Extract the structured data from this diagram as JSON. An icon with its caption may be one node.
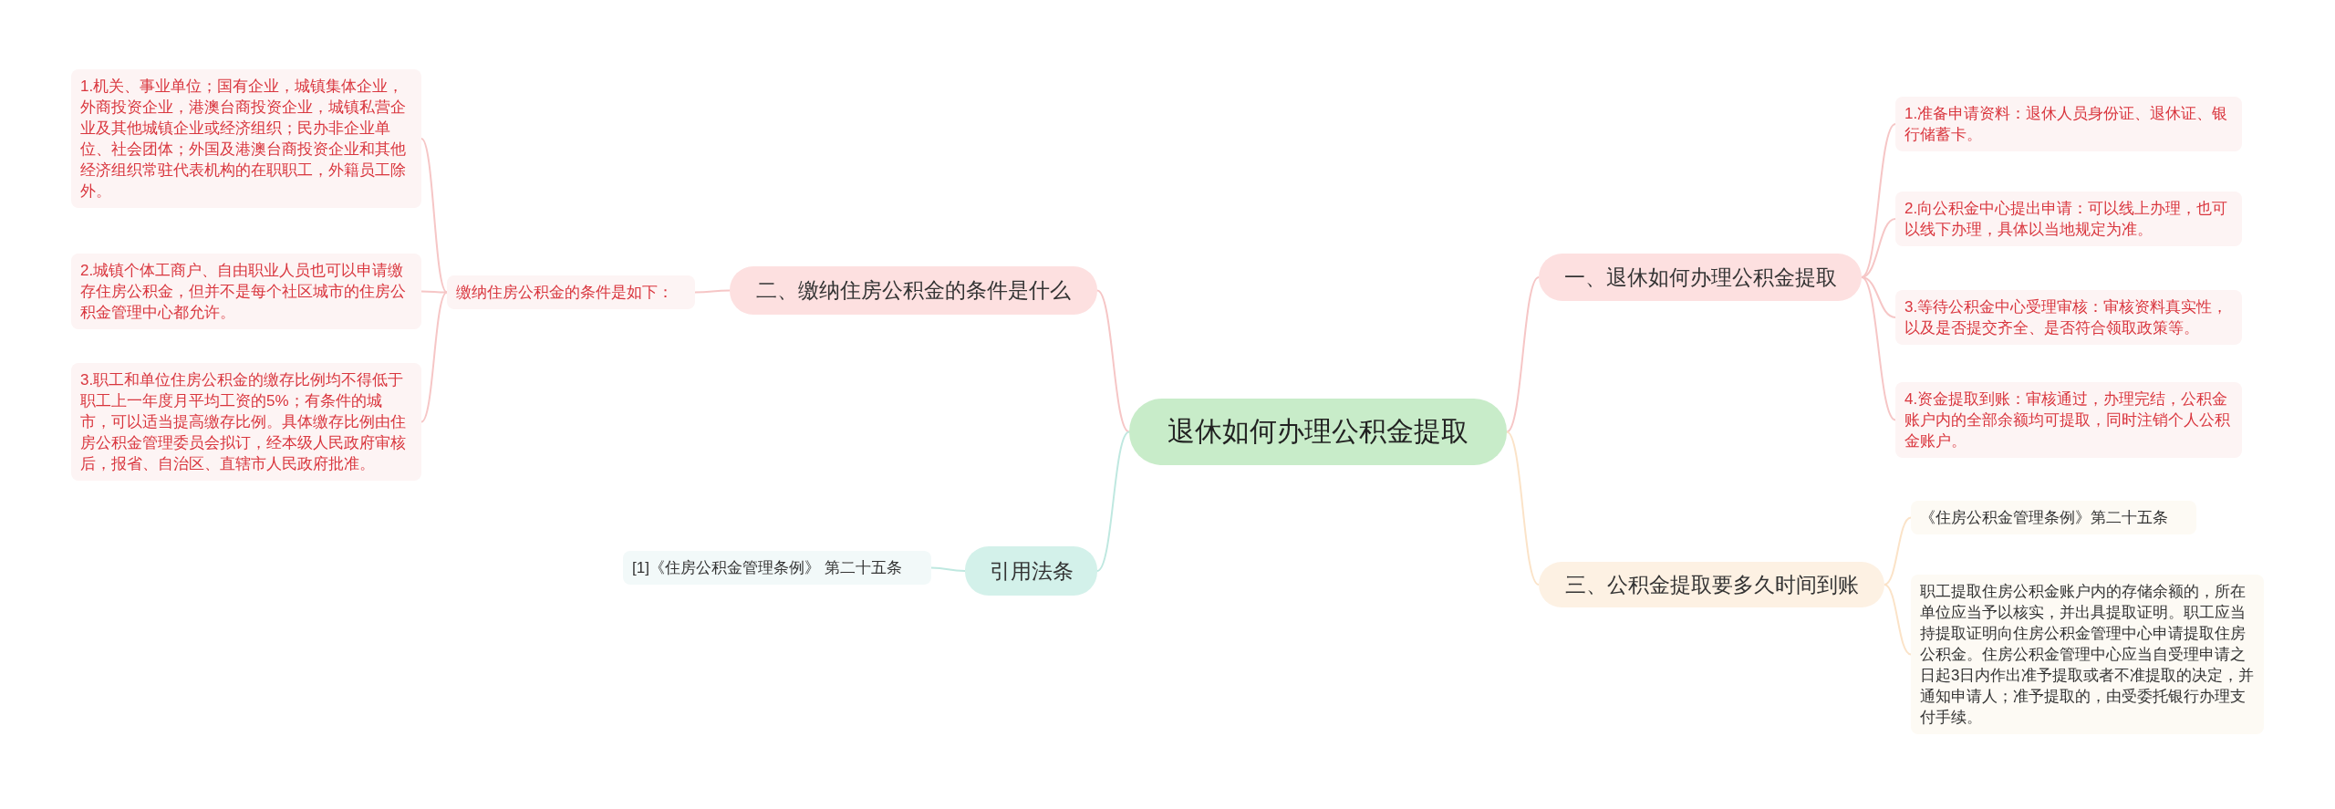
{
  "diagram": {
    "nodes": [
      {
        "text": [
          "退休如何办理公积金提取"
        ]
      },
      {
        "text": [
          "一、退休如何办理公积金提取"
        ]
      },
      {
        "text": [
          "1.准备申请资料：退休人员身份证、退休证、银行储蓄卡。"
        ]
      },
      {
        "text": [
          "2.向公积金中心提出申请：可以线上办理，也可以线下办理，具体以当地规定为准。"
        ]
      },
      {
        "text": [
          "3.等待公积金中心受理审核：审核资料真实性，以及是否提交齐全、是否符合领取政策等。"
        ]
      },
      {
        "text": [
          "4.资金提取到账：审核通过，办理完结，公积金账户内的全部余额均可提取，同时注销个人公积金账户。"
        ]
      },
      {
        "text": [
          "二、缴纳住房公积金的条件是什么"
        ]
      },
      {
        "text": [
          "缴纳住房公积金的条件是如下："
        ]
      },
      {
        "text": [
          "1.机关、事业单位；国有企业，城镇集体企业，外商投资企业，港澳台商投资企业，城镇私营企业及其他城镇企业或经济组织；民办非企业单位、社会团体；外国及港澳台商投资企业和其他经济组织常驻代表机构的在职职工，外籍员工除外。"
        ]
      },
      {
        "text": [
          "2.城镇个体工商户、自由职业人员也可以申请缴存住房公积金，但并不是每个社区城市的住房公积金管理中心都允许。"
        ]
      },
      {
        "text": [
          "3.职工和单位住房公积金的缴存比例均不得低于职工上一年度月平均工资的5%；有条件的城市，可以适当提高缴存比例。具体缴存比例由住房公积金管理委员会拟订，经本级人民政府审核后，报省、自治区、直辖市人民政府批准。"
        ]
      },
      {
        "text": [
          "三、公积金提取要多久时间到账"
        ]
      },
      {
        "text": [
          "《住房公积金管理条例》第二十五条"
        ]
      },
      {
        "text": [
          "职工提取住房公积金账户内的存储余额的，所在单位应当予以核实，并出具提取证明。职工应当持提取证明向住房公积金管理中心申请提取住房公积金。住房公积金管理中心应当自受理申请之日起3日内作出准予提取或者不准提取的决定，并通知申请人；准予提取的，由受委托银行办理支付手续。"
        ]
      },
      {
        "text": [
          "引用法条"
        ]
      },
      {
        "text": [
          "[1]《住房公积金管理条例》 第二十五条"
        ]
      }
    ],
    "edges": [
      {
        "from": 0,
        "to": 1,
        "arrow": "none"
      },
      {
        "from": 1,
        "to": 2,
        "arrow": "none"
      },
      {
        "from": 1,
        "to": 3,
        "arrow": "none"
      },
      {
        "from": 1,
        "to": 4,
        "arrow": "none"
      },
      {
        "from": 1,
        "to": 5,
        "arrow": "none"
      },
      {
        "from": 0,
        "to": 6,
        "arrow": "none"
      },
      {
        "from": 6,
        "to": 7,
        "arrow": "none"
      },
      {
        "from": 7,
        "to": 8,
        "arrow": "none"
      },
      {
        "from": 7,
        "to": 9,
        "arrow": "none"
      },
      {
        "from": 7,
        "to": 10,
        "arrow": "none"
      },
      {
        "from": 0,
        "to": 11,
        "arrow": "none",
        "color": "#fbe3c8"
      },
      {
        "from": 11,
        "to": 12,
        "arrow": "none",
        "color": "#fbe3c8"
      },
      {
        "from": 11,
        "to": 13,
        "arrow": "none",
        "color": "#fbe3c8"
      },
      {
        "from": 0,
        "to": 14,
        "arrow": "none",
        "color": "#bfe8e0"
      },
      {
        "from": 14,
        "to": 15,
        "arrow": "none",
        "color": "#bfe8e0"
      }
    ]
  }
}
